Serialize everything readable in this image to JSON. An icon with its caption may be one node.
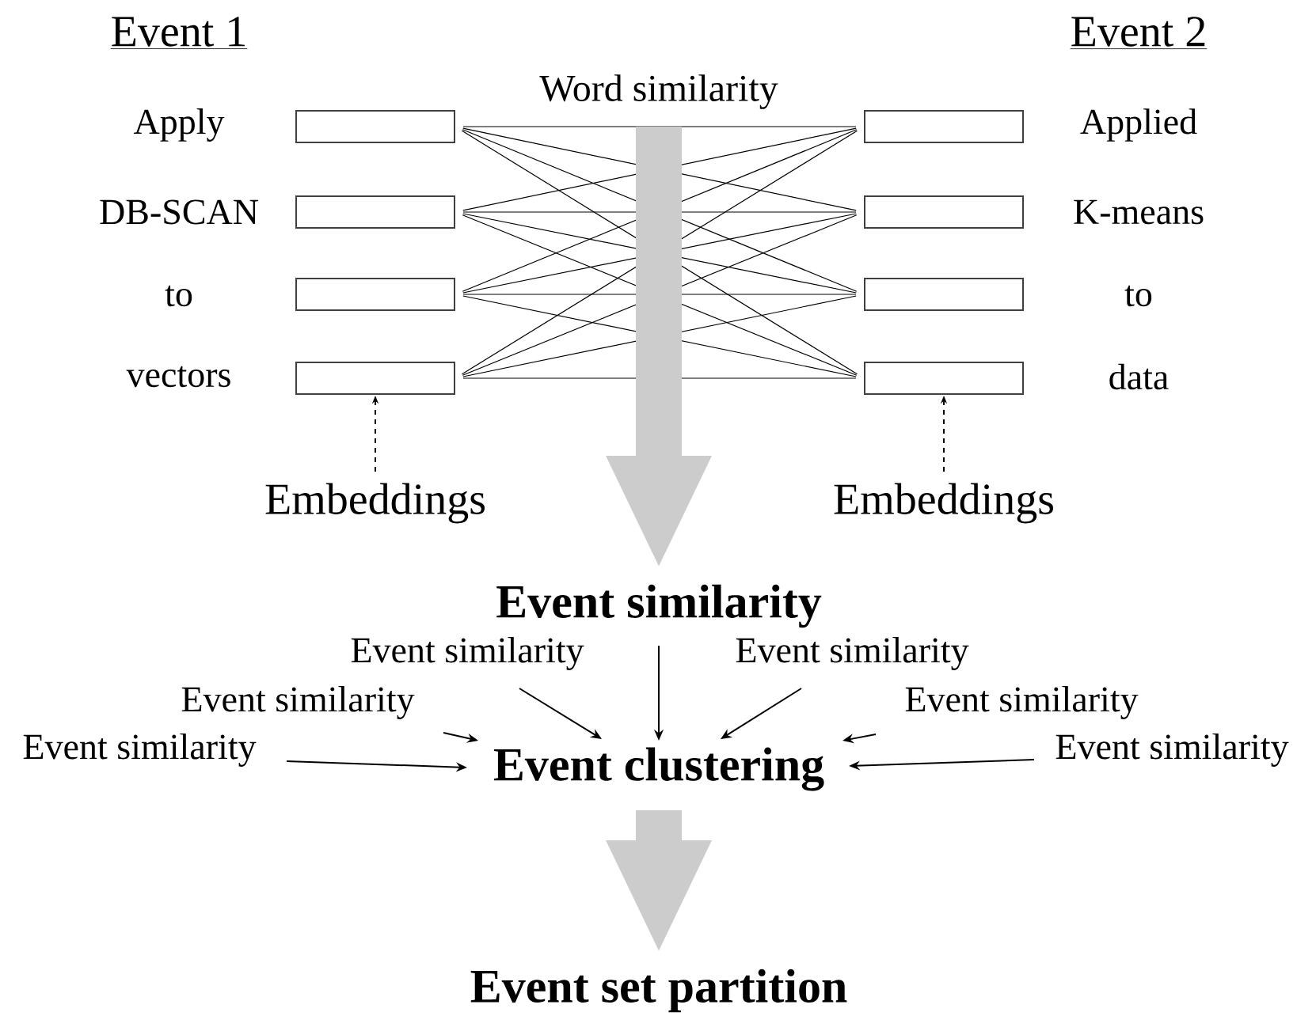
{
  "diagram": {
    "nodes": [
      {
        "text": [],
        "shape": "box"
      },
      {
        "text": [],
        "shape": "box"
      },
      {
        "text": [],
        "shape": "box"
      },
      {
        "text": [],
        "shape": "box"
      },
      {
        "text": [],
        "shape": "box"
      },
      {
        "text": [],
        "shape": "box"
      },
      {
        "text": [],
        "shape": "box"
      },
      {
        "text": [],
        "shape": "box"
      },
      {
        "text": [
          "Embeddings"
        ]
      },
      {
        "text": [
          "Embeddings"
        ]
      },
      {
        "text": [
          "Word similarity"
        ]
      },
      {
        "text": [
          "Event similarity"
        ]
      },
      {
        "text": [
          "Event similarity"
        ]
      },
      {
        "text": [
          "Event similarity"
        ]
      },
      {
        "text": [
          "Event similarity"
        ]
      },
      {
        "text": [
          "Event similarity"
        ]
      },
      {
        "text": [
          "Event similarity"
        ]
      },
      {
        "text": [
          "Event similarity"
        ]
      },
      {
        "text": [
          "Event clustering"
        ]
      },
      {
        "text": [
          "Event set partition"
        ]
      }
    ],
    "edges": [
      {
        "from": 0,
        "to": 4,
        "arrow": "none"
      },
      {
        "from": 0,
        "to": 5,
        "arrow": "none"
      },
      {
        "from": 0,
        "to": 6,
        "arrow": "none"
      },
      {
        "from": 0,
        "to": 7,
        "arrow": "none"
      },
      {
        "from": 1,
        "to": 4,
        "arrow": "none"
      },
      {
        "from": 1,
        "to": 5,
        "arrow": "none"
      },
      {
        "from": 1,
        "to": 6,
        "arrow": "none"
      },
      {
        "from": 1,
        "to": 7,
        "arrow": "none"
      },
      {
        "from": 2,
        "to": 4,
        "arrow": "none"
      },
      {
        "from": 2,
        "to": 5,
        "arrow": "none"
      },
      {
        "from": 2,
        "to": 6,
        "arrow": "none"
      },
      {
        "from": 2,
        "to": 7,
        "arrow": "none"
      },
      {
        "from": 3,
        "to": 4,
        "arrow": "none"
      },
      {
        "from": 3,
        "to": 5,
        "arrow": "none"
      },
      {
        "from": 3,
        "to": 6,
        "arrow": "none"
      },
      {
        "from": 3,
        "to": 7,
        "arrow": "none"
      },
      {
        "from": 8,
        "to": 3,
        "arrow": "to",
        "style": "dashed"
      },
      {
        "from": 9,
        "to": 7,
        "arrow": "to",
        "style": "dashed"
      },
      {
        "from": 10,
        "to": 11,
        "arrow": "to",
        "style": "thick",
        "color": "#cccccc"
      },
      {
        "from": 11,
        "to": 18,
        "arrow": "to"
      },
      {
        "from": 12,
        "to": 18,
        "arrow": "to"
      },
      {
        "from": 13,
        "to": 18,
        "arrow": "to"
      },
      {
        "from": 14,
        "to": 18,
        "arrow": "to"
      },
      {
        "from": 15,
        "to": 18,
        "arrow": "to"
      },
      {
        "from": 16,
        "to": 18,
        "arrow": "to"
      },
      {
        "from": 17,
        "to": 18,
        "arrow": "to"
      },
      {
        "from": 18,
        "to": 19,
        "arrow": "to",
        "style": "thick",
        "color": "#cccccc"
      }
    ],
    "labels": [
      "Event 1",
      "Event 2",
      "Apply",
      "Applied",
      "DB-SCAN",
      "K-means",
      "to",
      "to",
      "vectors",
      "data"
    ]
  }
}
